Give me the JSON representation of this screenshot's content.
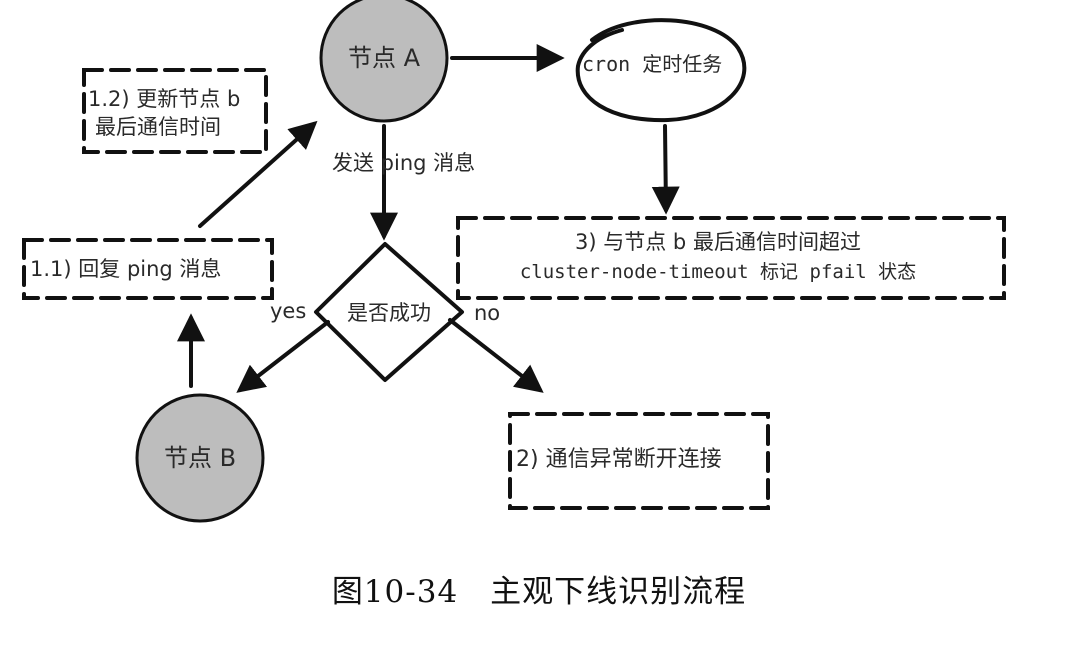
{
  "colors": {
    "node_fill": "#bdbdbd",
    "stroke": "#111111",
    "background": "#ffffff"
  },
  "nodes": {
    "node_a": "节点 A",
    "node_b": "节点 B",
    "cron": "cron 定时任务",
    "decision": "是否成功"
  },
  "boxes": {
    "update_b": [
      "1.2) 更新节点 b",
      "最后通信时间"
    ],
    "reply_ping": "1.1) 回复 ping 消息",
    "timeout": [
      "3) 与节点 b 最后通信时间超过",
      "cluster-node-timeout 标记 pfail 状态"
    ],
    "disconnect": "2) 通信异常断开连接"
  },
  "edge_labels": {
    "send_ping": "发送 ping 消息",
    "yes": "yes",
    "no": "no"
  },
  "caption": "图10-34　主观下线识别流程"
}
